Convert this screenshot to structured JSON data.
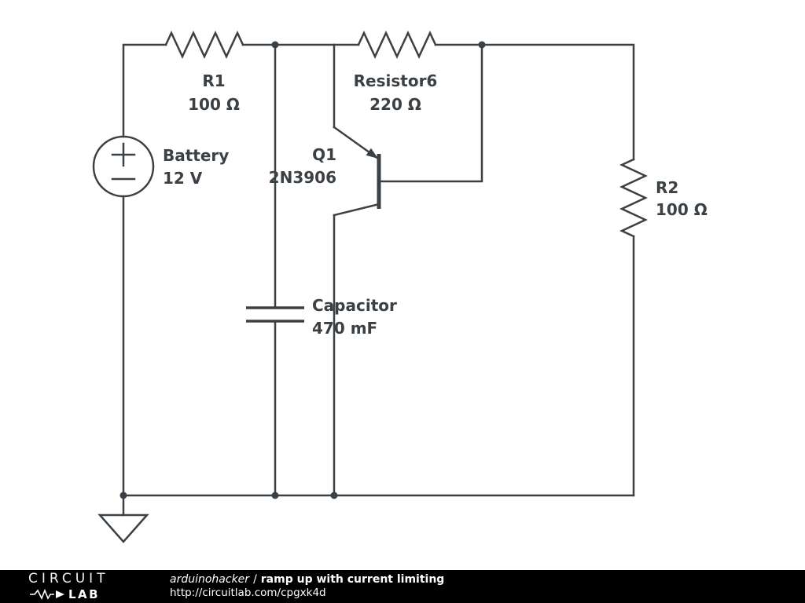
{
  "page": {
    "background": "#ffffff",
    "line_color": "#3b4045",
    "label_color": "#3b4045"
  },
  "components": {
    "battery": {
      "label": "Battery",
      "value": "12 V"
    },
    "r1": {
      "label": "R1",
      "value": "100 Ω"
    },
    "resistor6": {
      "label": "Resistor6",
      "value": "220 Ω"
    },
    "q1": {
      "label": "Q1",
      "value": "2N3906"
    },
    "capacitor": {
      "label": "Capacitor",
      "value": "470 mF"
    },
    "r2": {
      "label": "R2",
      "value": "100 Ω"
    }
  },
  "footer": {
    "bg_color": "#000000",
    "text_color": "#ffffff",
    "logo_top": "CIRCUIT",
    "logo_bottom": "LAB",
    "author": "arduinohacker",
    "separator": "/",
    "title": "ramp up with current limiting",
    "url": "http://circuitlab.com/cpgxk4d"
  }
}
